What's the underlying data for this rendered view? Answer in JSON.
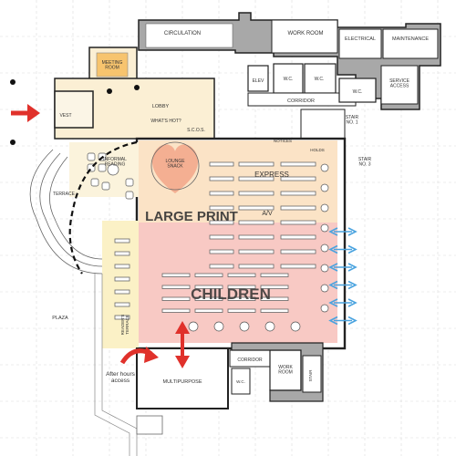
{
  "plan": {
    "rooms": {
      "circulation": "CIRCULATION",
      "work_room_top": "WORK ROOM",
      "electrical": "ELECTRICAL",
      "maintenance": "MAINTENANCE",
      "service_access": "SERVICE\nACCESS",
      "wc_top_1": "W.C.",
      "wc_top_2": "W.C.",
      "wc_top_3": "W.C.",
      "elev": "ELEV",
      "corridor_top": "CORRIDOR",
      "stair_1": "STAIR\nNO. 1",
      "stair_3": "STAIR\nNO. 3",
      "notices": "NOTICES",
      "holds": "HOLDS",
      "meeting_room": "MEETING\nROOM",
      "vestibule": "VEST",
      "lobby": "LOBBY",
      "whats_hot": "WHAT'S HOT?",
      "scos": "S.C.O.S.",
      "informal_reading": "INFORMAL\nREADING",
      "lounge_snack": "LOUNGE\nSNACK",
      "terrace": "TERRACE",
      "readers_terrace": "READER'S\nTERRACE",
      "plaza": "PLAZA",
      "multipurpose": "MULTIPURPOSE",
      "corridor_bottom": "CORRIDOR",
      "work_room_bottom": "WORK\nROOM",
      "wc_bottom": "W.C.",
      "stair_bottom": "STAIR"
    },
    "zones": {
      "express": "EXPRESS",
      "large_print": "LARGE PRINT",
      "av": "A/V",
      "children": "CHILDREN"
    },
    "annotations": {
      "after_hours": "After hours\naccess"
    },
    "colors": {
      "lobby_fill": "#fbefd4",
      "express_fill": "#fbe3c6",
      "children_fill": "#f8c9c4",
      "reading_fill": "#fbf1c6",
      "heart_fill": "#f3a88c",
      "zone_text": "#f5a48a",
      "arrow_red": "#e0312b",
      "arrow_blue": "#4aa3df",
      "service_gray": "#a8a8a8"
    },
    "icons": {
      "entry_arrow": "arrow-right",
      "after_hours_arrow": "curved-arrow",
      "expansion_arrow": "double-arrow-vertical",
      "wall_arrows": "double-arrow-horizontal",
      "heart": "heart"
    }
  }
}
